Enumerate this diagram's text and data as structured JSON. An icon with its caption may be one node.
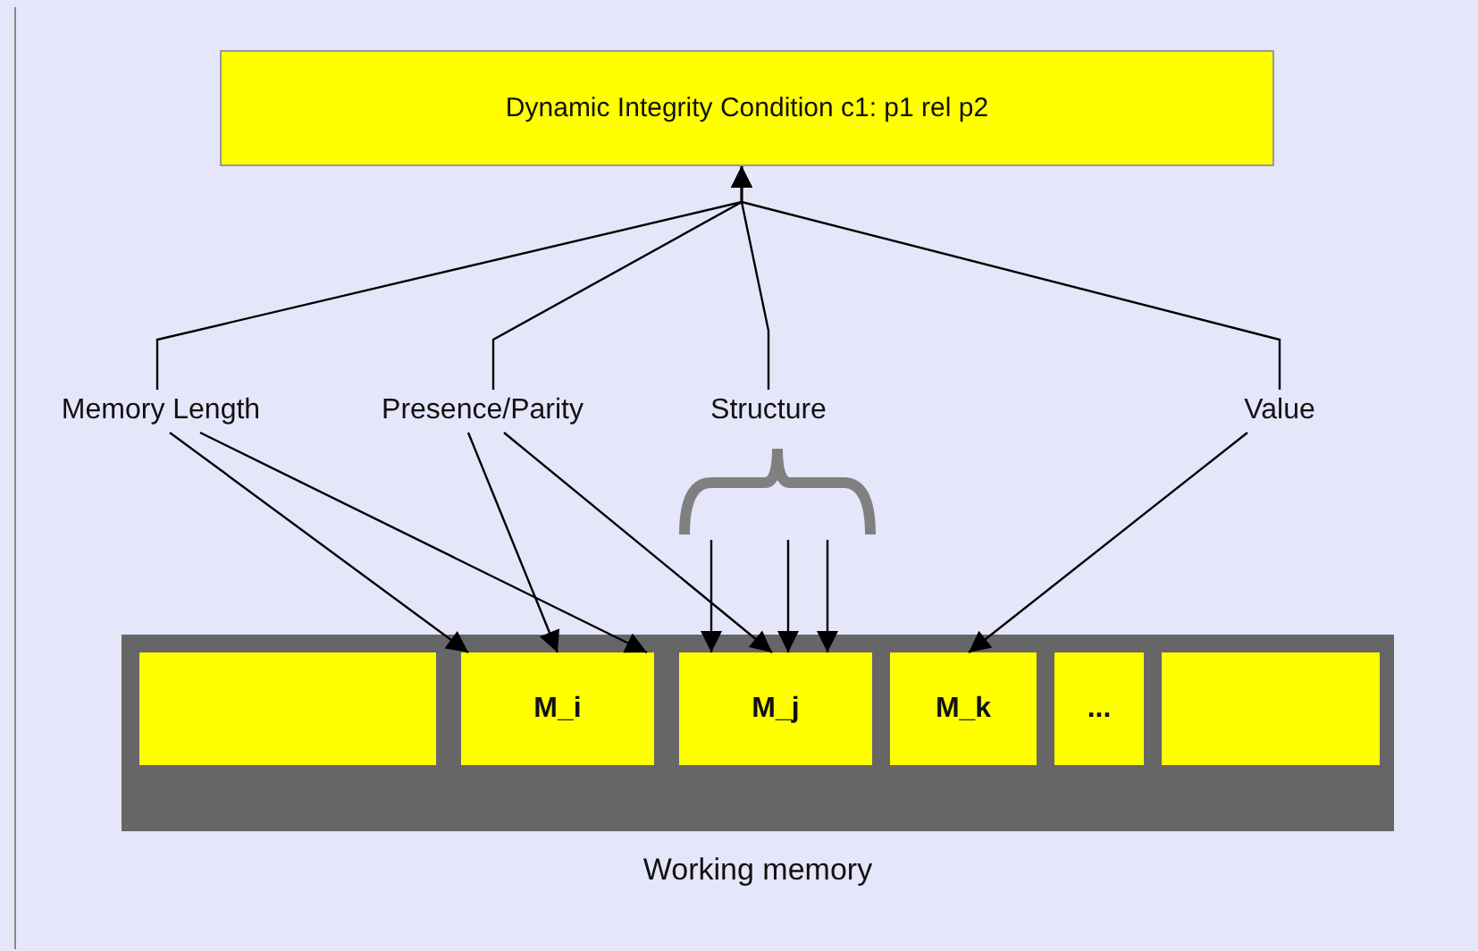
{
  "diagram": {
    "nodes": [
      {
        "text": [
          "Dynamic Integrity Condition c1: p1 rel p2"
        ]
      },
      {
        "text": [
          "Memory Length"
        ]
      },
      {
        "text": [
          "Presence/Parity"
        ]
      },
      {
        "text": [
          "Structure"
        ]
      },
      {
        "text": [
          "Value"
        ]
      },
      {
        "text": [],
        "shape": "brace"
      },
      {
        "text": [
          "Working memory"
        ]
      },
      {
        "text": [],
        "shape": "box",
        "in": 6
      },
      {
        "text": [
          "M_i"
        ],
        "in": 6
      },
      {
        "text": [
          "M_j"
        ],
        "in": 6
      },
      {
        "text": [
          "M_k"
        ],
        "in": 6
      },
      {
        "text": [
          "..."
        ],
        "in": 6
      },
      {
        "text": [],
        "shape": "box",
        "in": 6
      }
    ],
    "edges": [
      {
        "from": 1,
        "to": 0,
        "arrow": "to"
      },
      {
        "from": 2,
        "to": 0,
        "arrow": "to"
      },
      {
        "from": 3,
        "to": 0,
        "arrow": "to"
      },
      {
        "from": 4,
        "to": 0,
        "arrow": "to"
      },
      {
        "from": 1,
        "to": 8,
        "arrow": "to"
      },
      {
        "from": 1,
        "to": 8,
        "arrow": "to"
      },
      {
        "from": 2,
        "to": 8,
        "arrow": "to"
      },
      {
        "from": 2,
        "to": 9,
        "arrow": "to"
      },
      {
        "from": 5,
        "to": 9,
        "arrow": "to"
      },
      {
        "from": 5,
        "to": 9,
        "arrow": "to"
      },
      {
        "from": 5,
        "to": 9,
        "arrow": "to"
      },
      {
        "from": 4,
        "to": 10,
        "arrow": "to"
      }
    ]
  }
}
